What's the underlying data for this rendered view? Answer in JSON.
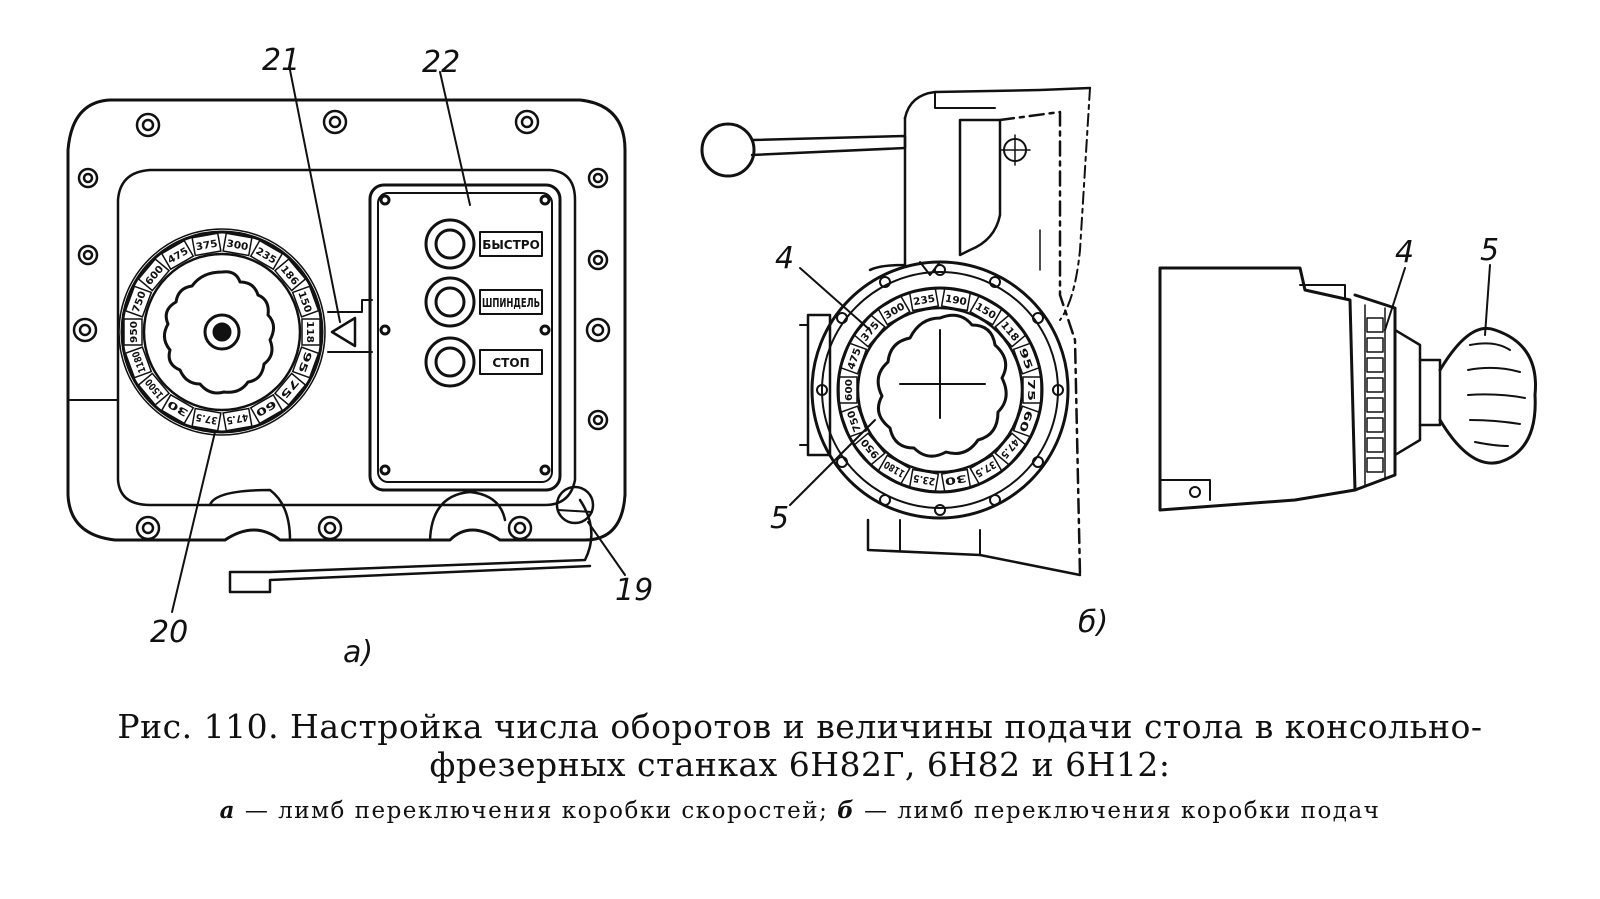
{
  "caption": {
    "title_line1": "Рис. 110. Настройка числа оборотов и величины подачи стола в консольно-",
    "title_line2": "фрезерных станках 6Н82Г, 6Н82 и 6Н12:",
    "sub_a_letter": "а",
    "sub_a_text": " — лимб переключения коробки скоростей; ",
    "sub_b_letter": "б",
    "sub_b_text": " — лимб переключения коробки подач"
  },
  "panel_a": {
    "label": "а)",
    "callouts": [
      "21",
      "22",
      "20",
      "19"
    ],
    "buttons": [
      "БЫСТРО",
      "ШПИНДЕЛЬ",
      "СТОП"
    ],
    "dial_values": [
      "300",
      "235",
      "186",
      "150",
      "118",
      "95",
      "75",
      "60",
      "47.5",
      "37.5",
      "30",
      "1500",
      "1180",
      "950",
      "750",
      "600",
      "475",
      "375"
    ]
  },
  "panel_b": {
    "label": "б)",
    "callouts": [
      "4",
      "5",
      "4",
      "5"
    ],
    "dial_values": [
      "235",
      "190",
      "150",
      "118",
      "95",
      "75",
      "60",
      "47.5",
      "37.5",
      "30",
      "23.5",
      "1180",
      "950",
      "750",
      "600",
      "475",
      "375",
      "300"
    ]
  },
  "colors": {
    "ink": "#111111",
    "paper": "#ffffff"
  }
}
